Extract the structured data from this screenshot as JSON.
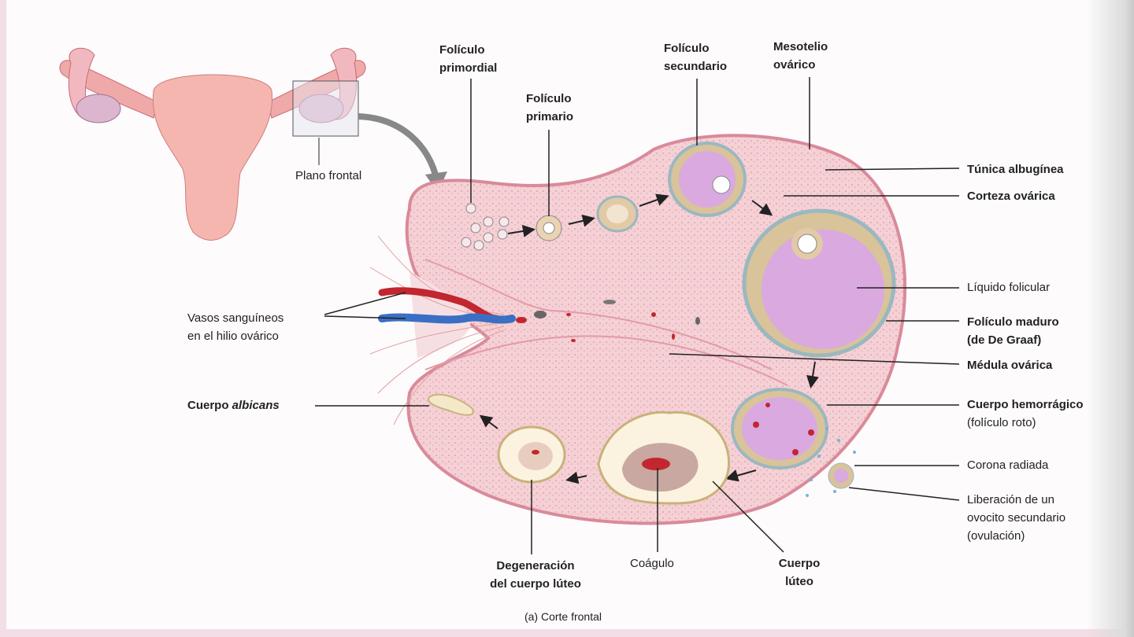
{
  "labels": {
    "primordial": [
      "Folículo",
      "primordial"
    ],
    "primario": [
      "Folículo",
      "primario"
    ],
    "secundario": [
      "Folículo",
      "secundario"
    ],
    "mesotelio": [
      "Mesotelio",
      "ovárico"
    ],
    "tunica": "Túnica albugínea",
    "corteza": "Corteza ovárica",
    "liquido": "Líquido folicular",
    "maduro": [
      "Folículo maduro",
      "(de De Graaf)"
    ],
    "medula": "Médula ovárica",
    "hemorragico": [
      "Cuerpo hemorrágico",
      "(folículo roto)"
    ],
    "corona": "Corona radiada",
    "liberacion": [
      "Liberación de un",
      "ovocito secundario",
      "(ovulación)"
    ],
    "vasos": [
      "Vasos sanguíneos",
      "en el hilio ovárico"
    ],
    "albicans": [
      "Cuerpo",
      "albicans"
    ],
    "degeneracion": [
      "Degeneración",
      "del cuerpo lúteo"
    ],
    "coagulo": "Coágulo",
    "luteo": [
      "Cuerpo",
      "lúteo"
    ],
    "plano": "Plano frontal",
    "caption": "(a) Corte frontal"
  },
  "colors": {
    "tissue": "#f3c9cf",
    "capsule": "#e89aa8",
    "antrum": "#d9a9e0",
    "granulosa": "#d9c39a",
    "vein": "#3a6fc4",
    "artery": "#c2262e",
    "page_border": "#f3dde6"
  }
}
